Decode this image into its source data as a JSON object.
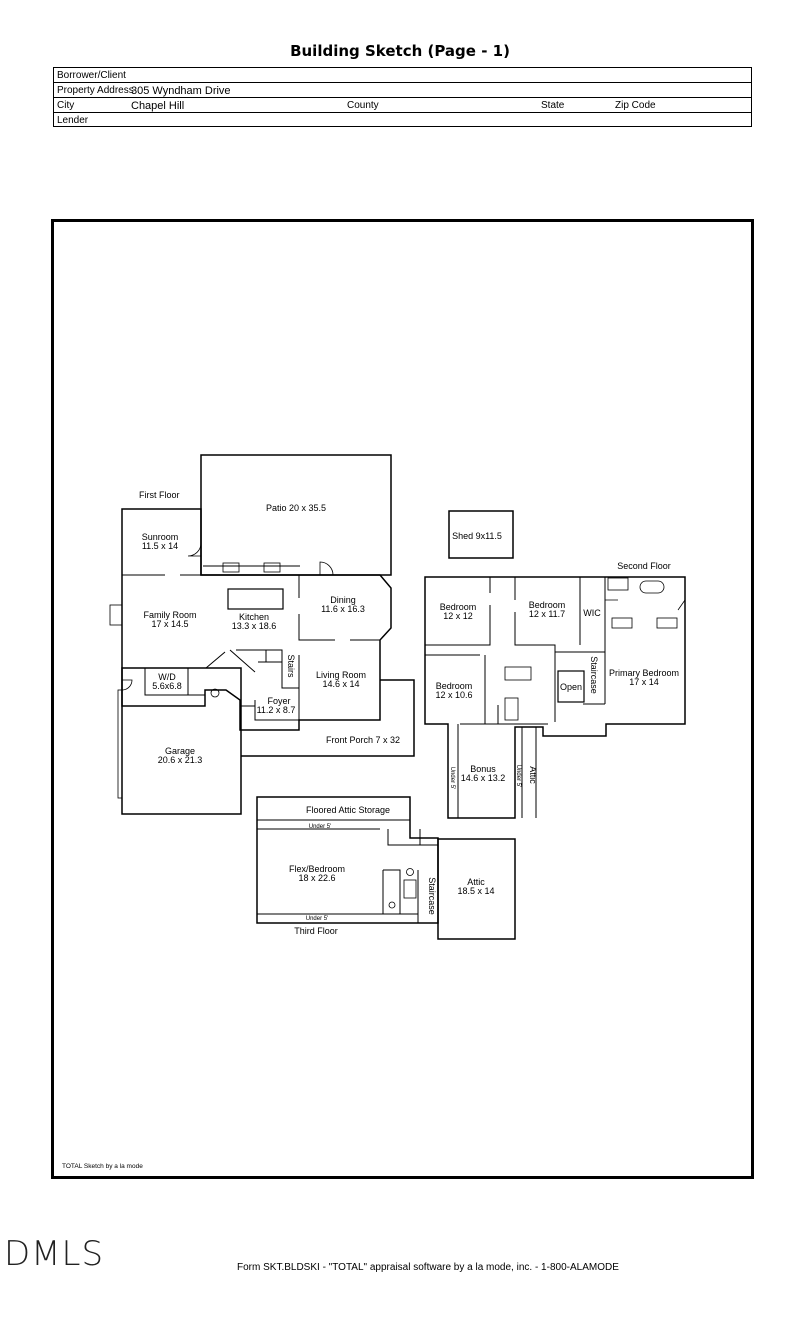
{
  "header": {
    "title": "Building Sketch (Page - 1)",
    "borrower_label": "Borrower/Client",
    "address_label": "Property Address",
    "address_value": "305 Wyndham Drive",
    "city_label": "City",
    "city_value": "Chapel Hill",
    "county_label": "County",
    "state_label": "State",
    "zip_label": "Zip Code",
    "lender_label": "Lender"
  },
  "sketch": {
    "first_floor_label": "First Floor",
    "second_floor_label": "Second Floor",
    "third_floor_label": "Third Floor",
    "patio": "Patio 20 x 35.5",
    "sunroom": "Sunroom",
    "sunroom_dim": "11.5 x 14",
    "family": "Family Room",
    "family_dim": "17 x 14.5",
    "kitchen": "Kitchen",
    "kitchen_dim": "13.3 x 18.6",
    "dining": "Dining",
    "dining_dim": "11.6 x 16.3",
    "stairs": "Stairs",
    "living": "Living Room",
    "living_dim": "14.6 x 14",
    "wd": "W/D",
    "wd_dim": "5.6x6.8",
    "foyer": "Foyer",
    "foyer_dim": "11.2 x 8.7",
    "garage": "Garage",
    "garage_dim": "20.6 x 21.3",
    "porch": "Front Porch 7 x 32",
    "shed": "Shed 9x11.5",
    "bed1": "Bedroom",
    "bed1_dim": "12 x 12",
    "bed2": "Bedroom",
    "bed2_dim": "12 x 11.7",
    "wic": "WIC",
    "primary": "Primary Bedroom",
    "primary_dim": "17 x 14",
    "staircase_2": "Staircase",
    "open": "Open",
    "bed3": "Bedroom",
    "bed3_dim": "12 x 10.6",
    "bonus": "Bonus",
    "bonus_dim": "14.6 x 13.2",
    "under5_a": "Under 5'",
    "under5_b": "Under 5'",
    "attic_2": "Attic",
    "floored_attic": "Floored Attic Storage",
    "under5_c": "Under 5'",
    "flex": "Flex/Bedroom",
    "flex_dim": "18 x 22.6",
    "staircase_3": "Staircase",
    "attic_3": "Attic",
    "attic_3_dim": "18.5 x 14",
    "under5_d": "Under 5'"
  },
  "credit": "TOTAL Sketch by a la mode",
  "footer": "Form SKT.BLDSKI - \"TOTAL\" appraisal software by a la mode, inc. - 1-800-ALAMODE",
  "logo": "DMLS"
}
